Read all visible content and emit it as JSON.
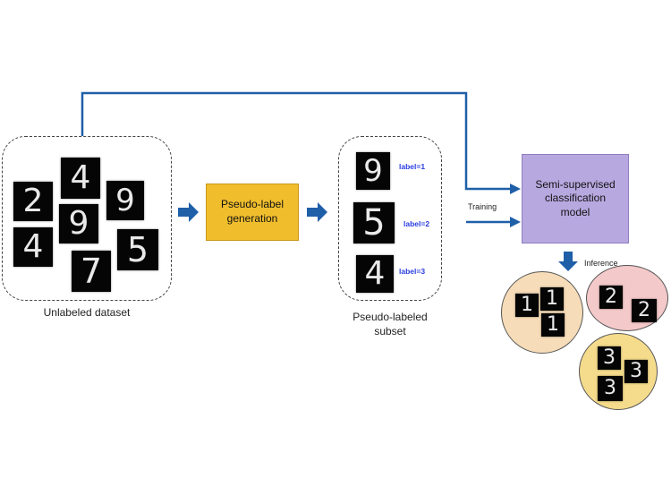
{
  "unlabeled": {
    "caption": "Unlabeled dataset",
    "digits": [
      "2",
      "4",
      "9",
      "9",
      "4",
      "5",
      "7"
    ]
  },
  "pseudo_label": {
    "text": "Pseudo-label generation"
  },
  "pseudo_labeled": {
    "caption": "Pseudo-labeled subset",
    "items": [
      {
        "digit": "9",
        "label": "label=1"
      },
      {
        "digit": "5",
        "label": "label=2"
      },
      {
        "digit": "4",
        "label": "label=3"
      }
    ]
  },
  "training_label": "Training",
  "model": {
    "text": "Semi-supervised classification model"
  },
  "inference_label": "Inference",
  "clusters": [
    {
      "color": "#f6dcb8",
      "digits": [
        "1",
        "1",
        "1"
      ]
    },
    {
      "color": "#f4c9c9",
      "digits": [
        "2",
        "2"
      ]
    },
    {
      "color": "#f5dc8c",
      "digits": [
        "3",
        "3",
        "3"
      ]
    }
  ],
  "colors": {
    "arrow": "#1f5fa8",
    "pseudo_label_box": "#f0be2d",
    "model_box": "#b8a8e0",
    "label_text": "#2a3de0"
  }
}
